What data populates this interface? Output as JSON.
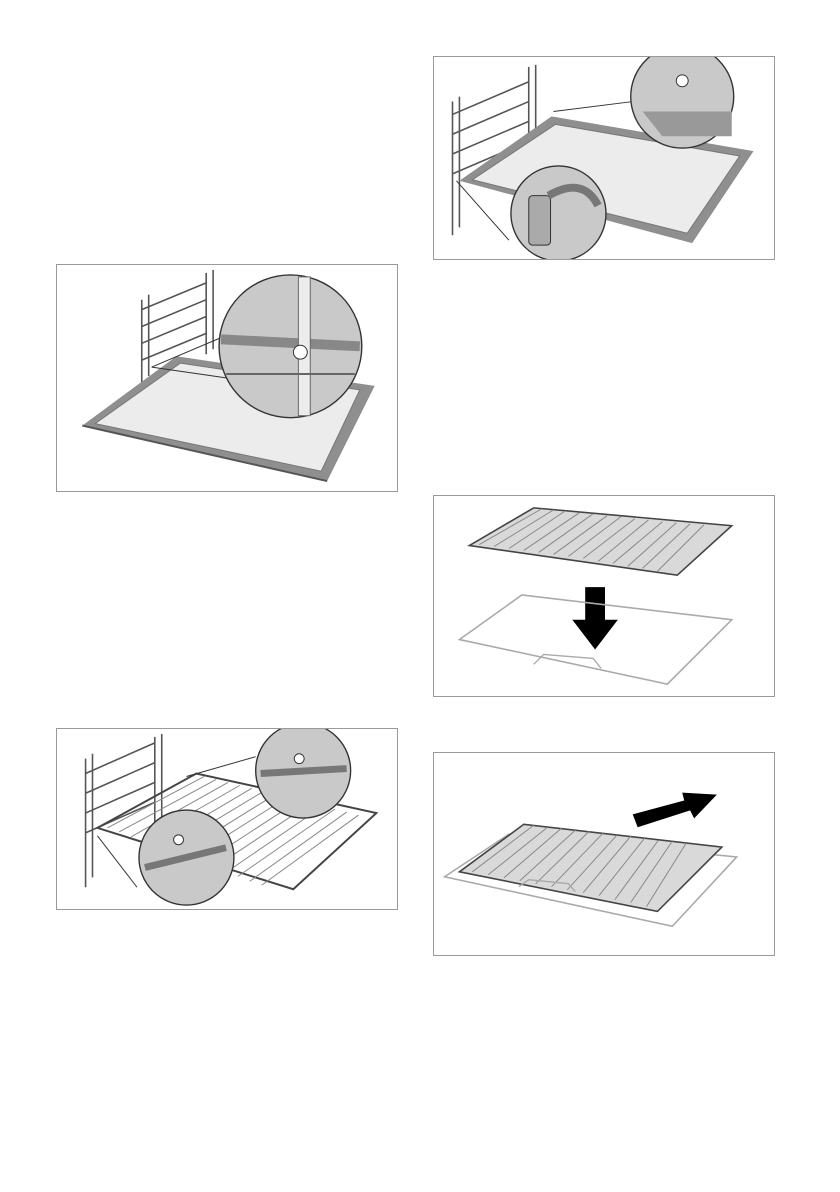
{
  "page": {
    "figures": [
      {
        "id": "fig-1",
        "icon": "baking-tray-on-shelf-runner-illustration"
      },
      {
        "id": "fig-2",
        "icon": "wire-rack-on-shelf-runner-illustration"
      },
      {
        "id": "fig-3",
        "icon": "universal-pan-on-shelf-runner-illustration"
      },
      {
        "id": "fig-4",
        "icon": "air-fry-basket-insert-down-illustration"
      },
      {
        "id": "fig-5",
        "icon": "air-fry-tray-slide-in-illustration"
      }
    ],
    "colors": {
      "border": "#9a9a9a",
      "tray_fill": "#ececec",
      "tray_rim": "#8f8f8f",
      "arrow": "#000000",
      "callout_fill": "#c9c9c9"
    }
  }
}
